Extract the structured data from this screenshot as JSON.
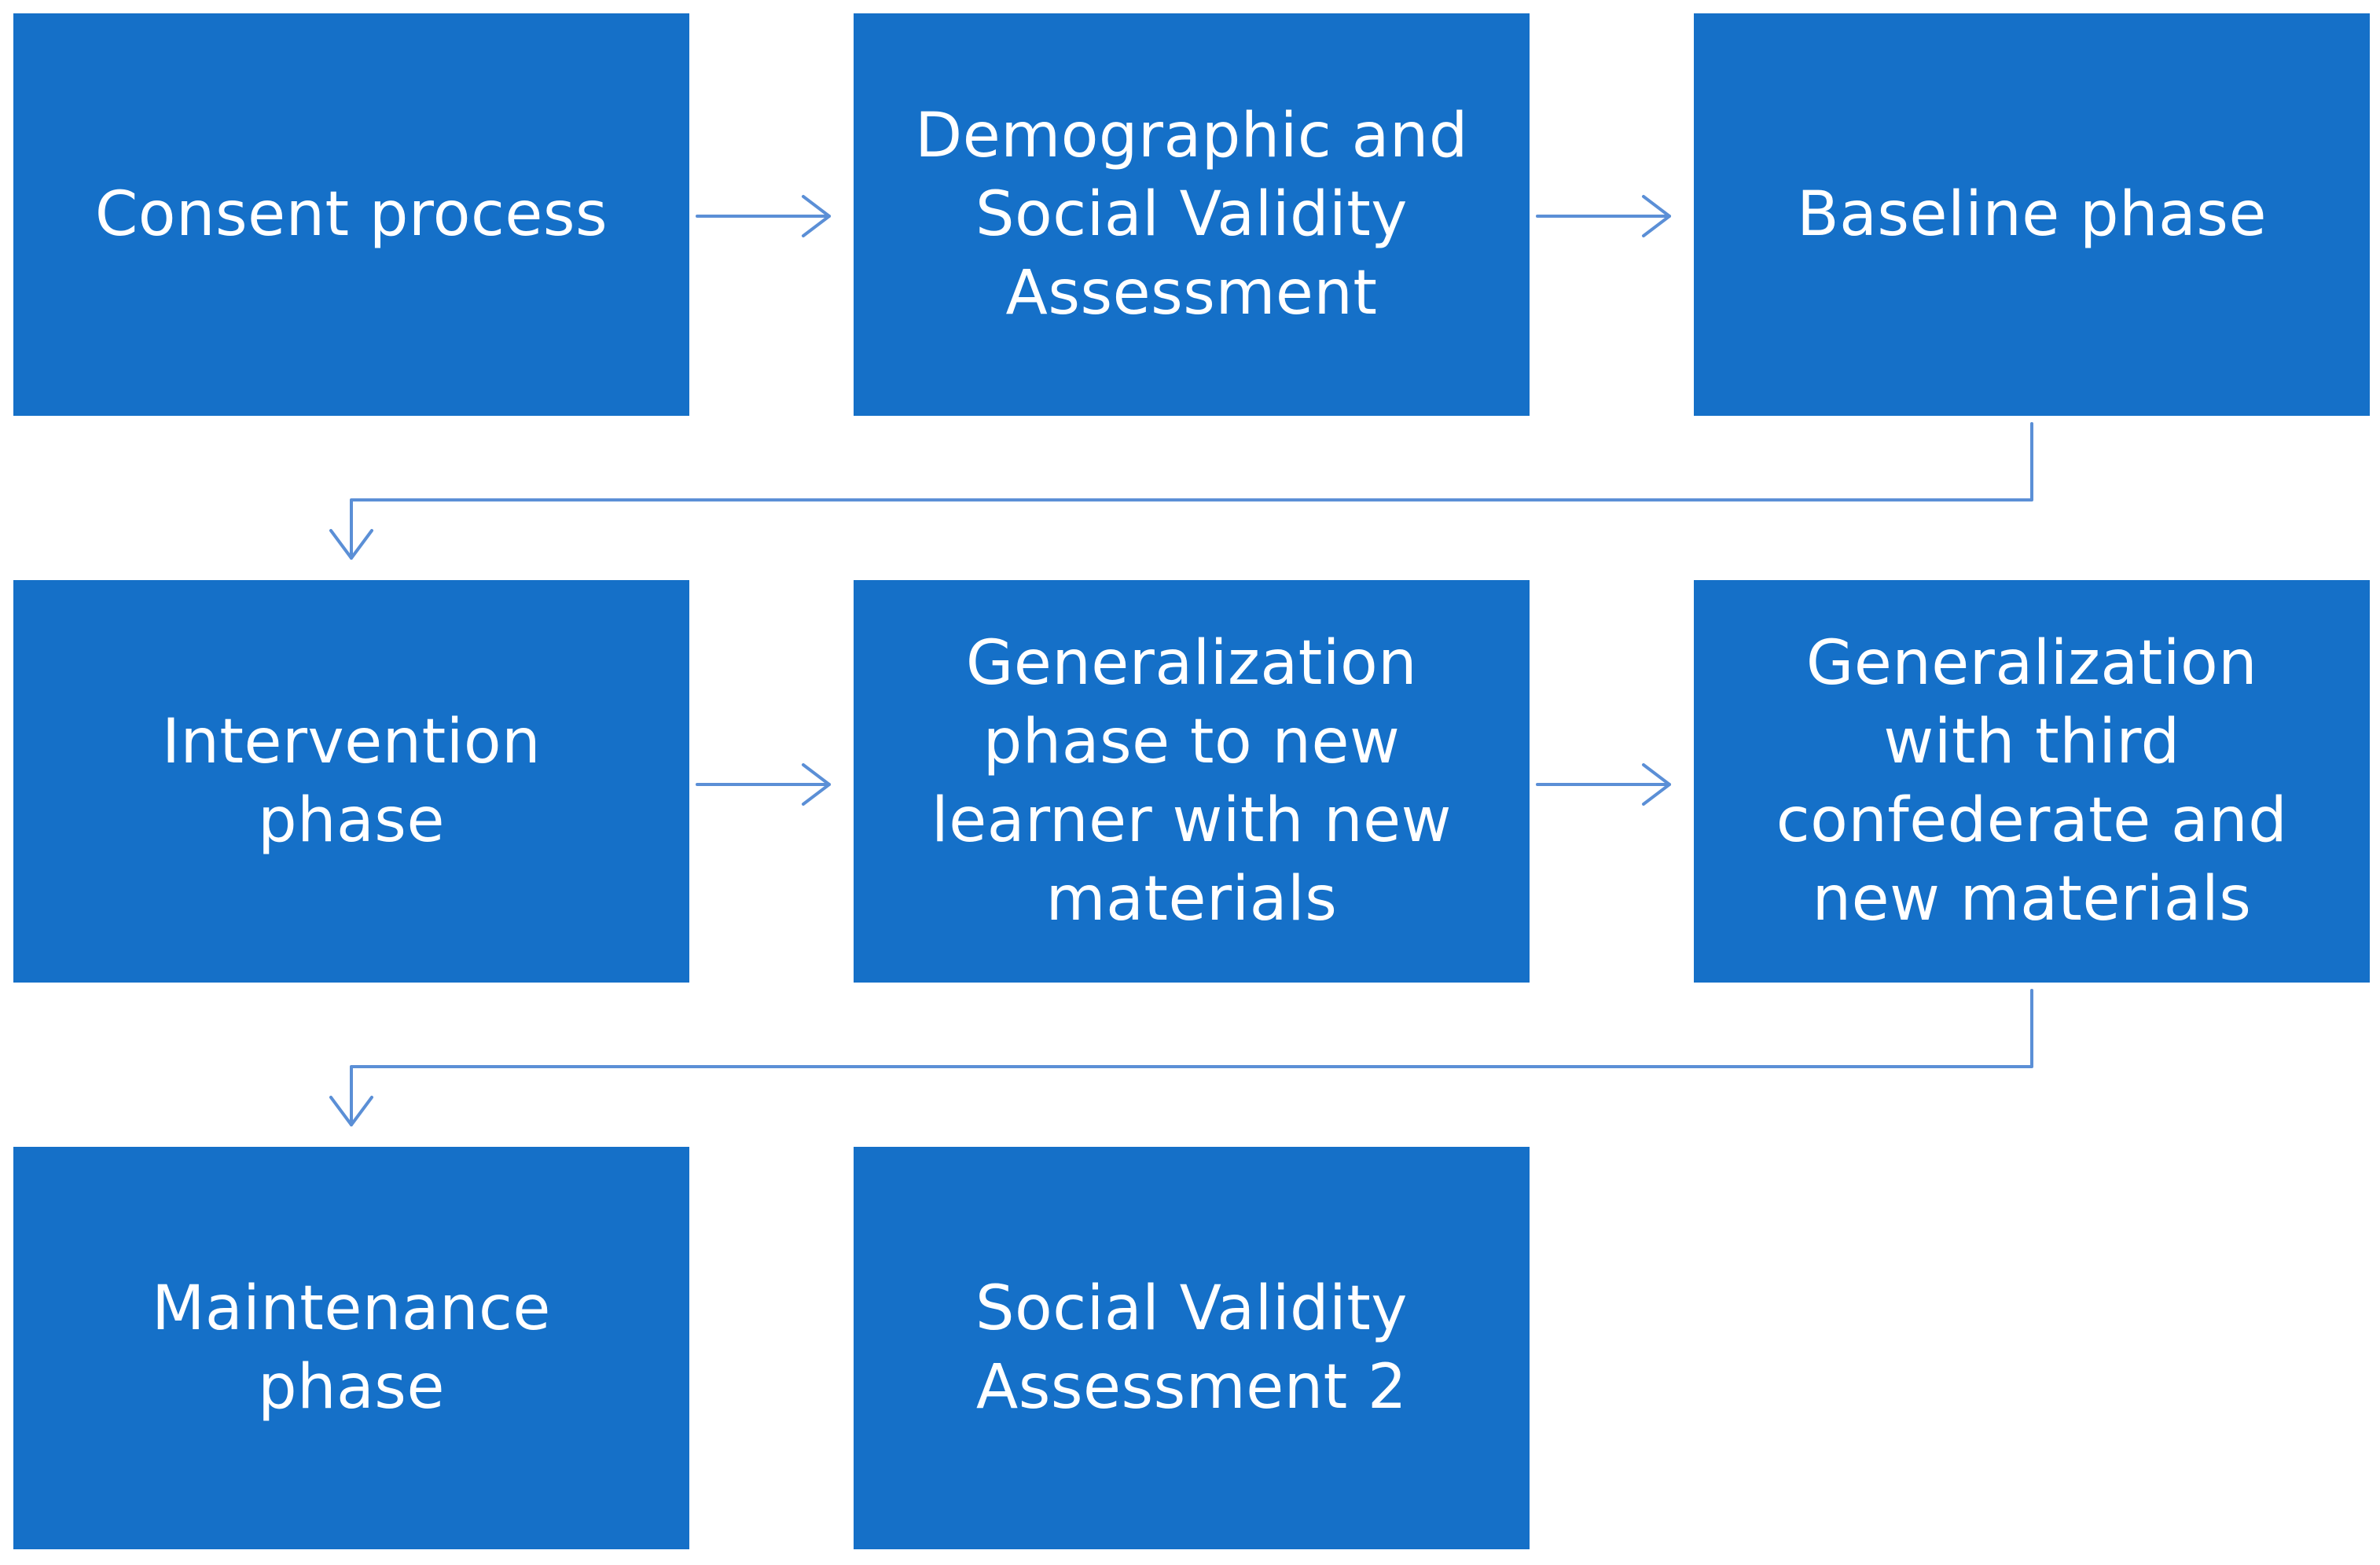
{
  "diagram": {
    "steps": [
      {
        "label": "Consent process"
      },
      {
        "label": "Demographic and Social Validity Assessment"
      },
      {
        "label": "Baseline phase"
      },
      {
        "label": "Intervention phase"
      },
      {
        "label": "Generalization phase to new learner with new materials"
      },
      {
        "label": "Generalization with third confederate and new materials"
      },
      {
        "label": "Maintenance phase"
      },
      {
        "label": "Social Validity Assessment 2"
      }
    ],
    "colors": {
      "box_fill": "#1570c8",
      "box_text": "#ffffff",
      "connector": "#5b8fd6",
      "background": "#ffffff"
    }
  }
}
